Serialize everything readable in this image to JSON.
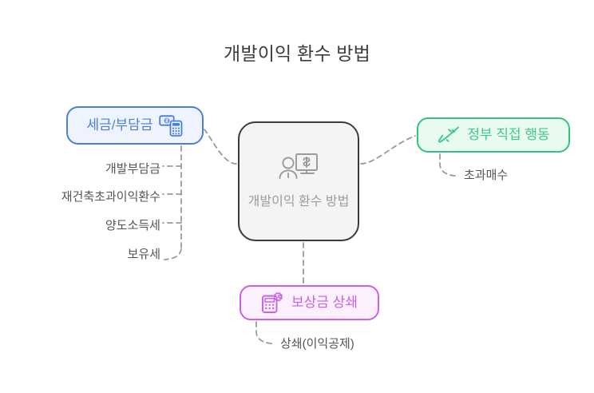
{
  "title": "개발이익 환수 방법",
  "center": {
    "label": "개발이익 환수 방법",
    "icon": "person-presentation-money-icon",
    "border_color": "#3b3b3b",
    "fill_color": "#f4f4f4",
    "text_color": "#9b9b9b"
  },
  "branches": [
    {
      "id": "tax",
      "label": "세금/부담금",
      "icon": "money-calculator-icon",
      "color": "#4a7fe0",
      "fill": "#eef3fd",
      "side": "left",
      "children": [
        {
          "id": "dev",
          "label": "개발부담금"
        },
        {
          "id": "recon",
          "label": "재건축초과이익환수"
        },
        {
          "id": "trans",
          "label": "양도소득세"
        },
        {
          "id": "hold",
          "label": "보유세"
        }
      ]
    },
    {
      "id": "gov",
      "label": "정부 직접 행동",
      "icon": "rifle-icon",
      "color": "#3fc98a",
      "fill": "#e9faf1",
      "side": "right",
      "children": [
        {
          "id": "over",
          "label": "초과매수"
        }
      ]
    },
    {
      "id": "offset",
      "label": "보상금 상쇄",
      "icon": "calculator-gear-icon",
      "color": "#c862e8",
      "fill": "#fbf0fe",
      "side": "bottom",
      "children": [
        {
          "id": "comp",
          "label": "상쇄(이익공제)"
        }
      ]
    }
  ],
  "leaf_text_color": "#555555",
  "connector_color": "#9a9a9a",
  "background_color": "#ffffff"
}
